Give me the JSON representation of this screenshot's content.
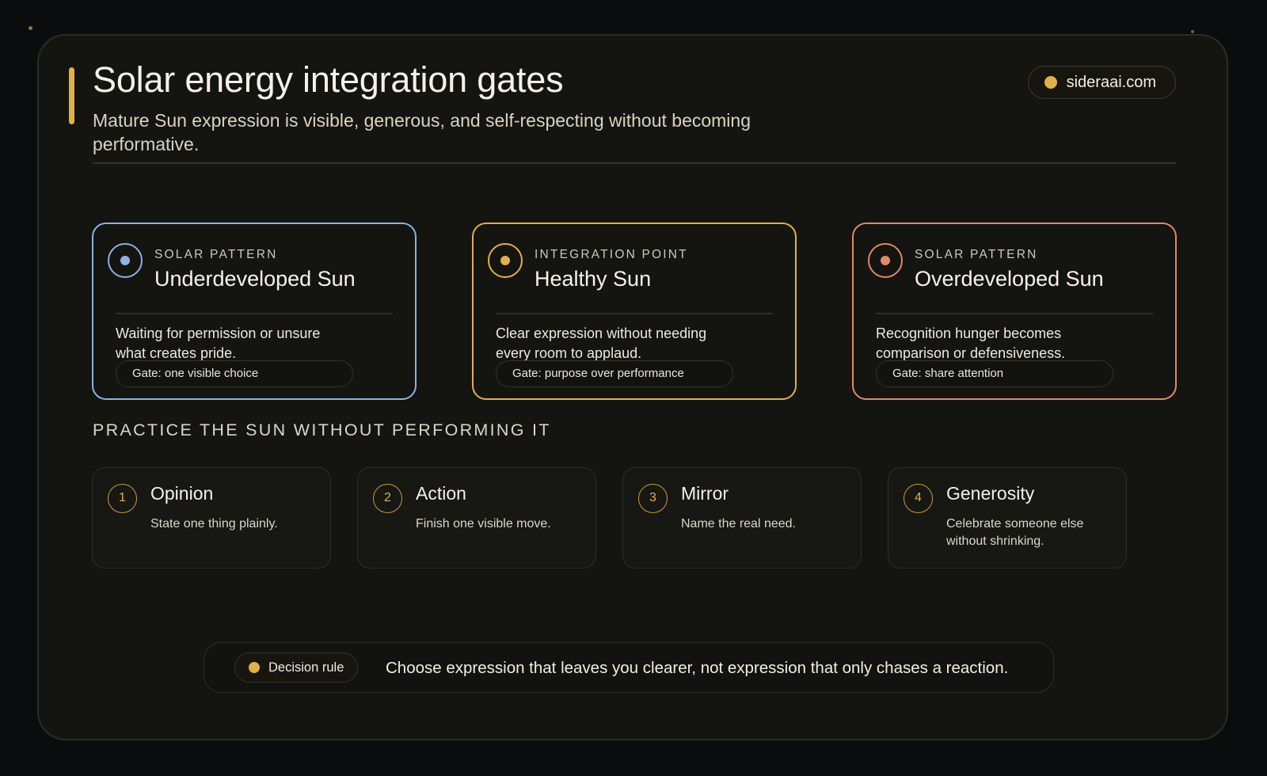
{
  "header": {
    "title": "Solar energy integration gates",
    "subtitle": "Mature Sun expression is visible, generous, and self-respecting without becoming performative.",
    "site_label": "sideraai.com"
  },
  "cards": [
    {
      "kicker": "SOLAR PATTERN",
      "name": "Underdeveloped Sun",
      "description": "Waiting for permission or unsure what creates pride.",
      "gate": "Gate: one visible choice",
      "accent": "#8fb2e0"
    },
    {
      "kicker": "INTEGRATION POINT",
      "name": "Healthy Sun",
      "description": "Clear expression without needing every room to applaud.",
      "gate": "Gate: purpose over performance",
      "accent": "#e0b04a"
    },
    {
      "kicker": "SOLAR PATTERN",
      "name": "Overdeveloped Sun",
      "description": "Recognition hunger becomes comparison or defensiveness.",
      "gate": "Gate: share attention",
      "accent": "#e28a63"
    }
  ],
  "practice": {
    "heading": "PRACTICE THE SUN WITHOUT PERFORMING IT",
    "steps": [
      {
        "number": "1",
        "title": "Opinion",
        "text": "State one thing plainly."
      },
      {
        "number": "2",
        "title": "Action",
        "text": "Finish one visible move."
      },
      {
        "number": "3",
        "title": "Mirror",
        "text": "Name the real need."
      },
      {
        "number": "4",
        "title": "Generosity",
        "text": "Celebrate someone else without shrinking."
      }
    ]
  },
  "decision": {
    "badge": "Decision rule",
    "text": "Choose expression that leaves you clearer, not expression that only chases a reaction."
  },
  "colors": {
    "background": "#0b0c0d",
    "panel": "#141411",
    "accent_gold": "#e0b04a",
    "accent_blue": "#8fb2e0",
    "accent_coral": "#e28a63"
  }
}
